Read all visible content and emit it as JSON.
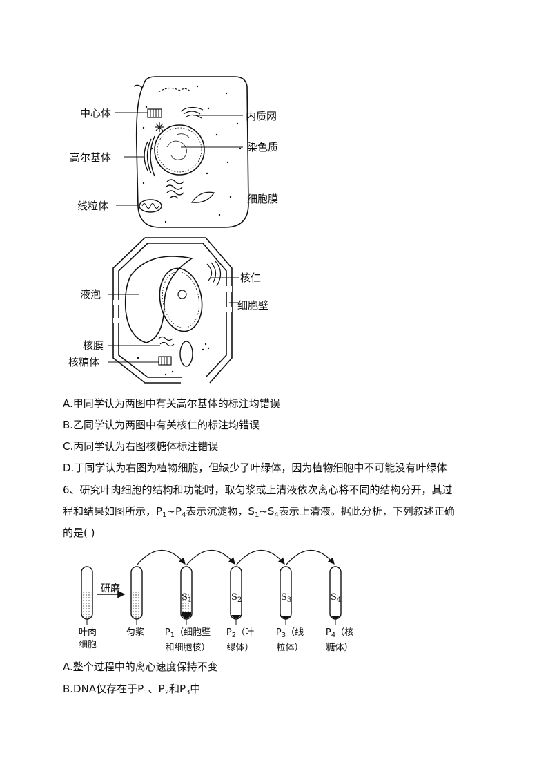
{
  "diagram1": {
    "labels": {
      "centrosome": "中心体",
      "golgi": "高尔基体",
      "mitochondria": "线粒体",
      "er": "内质网",
      "chromatin": "染色质",
      "cell_membrane": "细胞膜"
    }
  },
  "diagram2": {
    "labels": {
      "vacuole": "液泡",
      "nuclear_envelope": "核膜",
      "ribosome": "核糖体",
      "nucleolus": "核仁",
      "cell_wall": "细胞壁"
    }
  },
  "options_q5": [
    "A.甲同学认为两图中有关高尔基体的标注均错误",
    "B.乙同学认为两图中有关核仁的标注均错误",
    "C.丙同学认为右图核糖体标注错误",
    "D.丁同学认为右图为植物细胞，但缺少了叶绿体，因为植物细胞中不可能没有叶绿体"
  ],
  "question6": {
    "line1": "6、研究叶肉细胞的结构和功能时，取匀浆或上清液依次离心将不同的结构分开，其过",
    "line2_a": "程和结果如图所示，P",
    "line2_sub1": "1",
    "line2_b": "~P",
    "line2_sub2": "4",
    "line2_c": "表示沉淀物，S",
    "line2_sub3": "1",
    "line2_d": "~S",
    "line2_sub4": "4",
    "line2_e": "表示上清液。据此分析，下列叙述正确",
    "line3": "的是(   )"
  },
  "diagram3": {
    "grind_label": "研磨",
    "tube0_label_l1": "叶肉",
    "tube0_label_l2": "细胞",
    "tube1_label": "匀浆",
    "s_labels": [
      "S",
      "S",
      "S",
      "S"
    ],
    "s_subs": [
      "1",
      "2",
      "3",
      "4"
    ],
    "p_labels": [
      {
        "p": "P",
        "sub": "1",
        "l1": "（细胞壁",
        "l2": "和细胞核）"
      },
      {
        "p": "P",
        "sub": "2",
        "l1": "（叶",
        "l2": "绿体）"
      },
      {
        "p": "P",
        "sub": "3",
        "l1": "（线",
        "l2": "粒体）"
      },
      {
        "p": "P",
        "sub": "4",
        "l1": "（核",
        "l2": "糖体）"
      }
    ]
  },
  "options_q6": {
    "a": "A.整个过程中的离心速度保持不变",
    "b_pre": "B.DNA仅存在于P",
    "b_sub1": "1",
    "b_mid1": "、P",
    "b_sub2": "2",
    "b_mid2": "和P",
    "b_sub3": "3",
    "b_post": "中"
  }
}
